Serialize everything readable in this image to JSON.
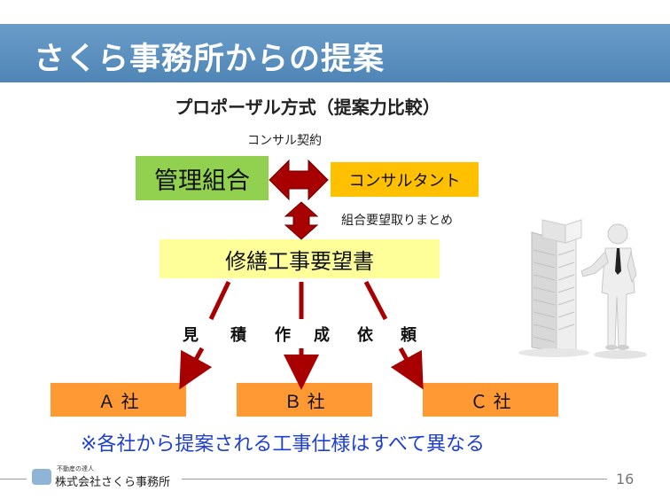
{
  "header": {
    "title": "さくら事務所からの提案"
  },
  "diagram": {
    "subtitle": "プロポーザル方式（提案力比較）",
    "contract_label": "コンサル契約",
    "nodes": {
      "kanri": "管理組合",
      "consultant": "コンサルタント",
      "request_doc": "修繕工事要望書",
      "company_a": "Ａ 社",
      "company_b": "Ｂ 社",
      "company_c": "Ｃ 社"
    },
    "compile_label": "組合要望取りまとめ",
    "estimate_chars": [
      "見",
      "積",
      "作",
      "成",
      "依",
      "頼"
    ],
    "note": "※各社から提案される工事仕様はすべて異なる"
  },
  "footer": {
    "company_sub": "不動産の達人",
    "company_name": "株式会社さくら事務所",
    "page_number": "16"
  },
  "colors": {
    "title_bar": "#5b8fbd",
    "arrow": "#a80000",
    "kanri_box": "#92d050",
    "consultant_box": "#ffc000",
    "request_box": "#ffff99",
    "company_box": "#ff9933",
    "note_text": "#1e3fd0"
  }
}
